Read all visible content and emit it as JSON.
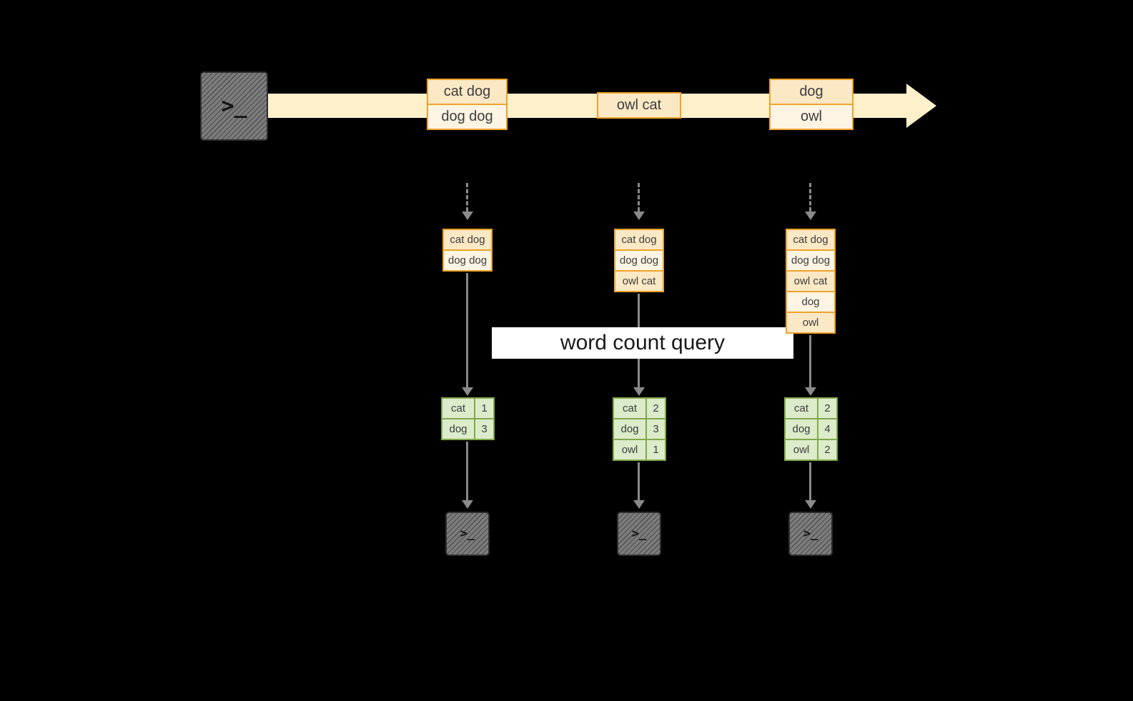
{
  "diagram": {
    "query_label": "word count query"
  },
  "icons": {
    "terminal_glyph": ">_"
  },
  "stream": {
    "events": [
      {
        "lines": [
          "cat dog",
          "dog dog"
        ]
      },
      {
        "lines": [
          "owl cat"
        ]
      },
      {
        "lines": [
          "dog",
          "owl"
        ]
      }
    ]
  },
  "windows": [
    {
      "items": [
        "cat dog",
        "dog dog"
      ]
    },
    {
      "items": [
        "cat dog",
        "dog dog",
        "owl cat"
      ]
    },
    {
      "items": [
        "cat dog",
        "dog dog",
        "owl cat",
        "dog",
        "owl"
      ]
    }
  ],
  "results": [
    {
      "rows": [
        {
          "word": "cat",
          "count": "1"
        },
        {
          "word": "dog",
          "count": "3"
        }
      ]
    },
    {
      "rows": [
        {
          "word": "cat",
          "count": "2"
        },
        {
          "word": "dog",
          "count": "3"
        },
        {
          "word": "owl",
          "count": "1"
        }
      ]
    },
    {
      "rows": [
        {
          "word": "cat",
          "count": "2"
        },
        {
          "word": "dog",
          "count": "4"
        },
        {
          "word": "owl",
          "count": "2"
        }
      ]
    }
  ],
  "colors": {
    "background": "#000000",
    "stream_band": "#fdf0cb",
    "event_border": "#eda32c",
    "event_fill_dark": "#fbe8c5",
    "event_fill_light": "#fdf4e3",
    "table_border": "#81a94c",
    "table_fill": "#dcebca",
    "arrow": "#8a8a8a",
    "terminal_fill": "#7d7d7d",
    "query_banner_bg": "#ffffff",
    "query_banner_text": "#191919"
  }
}
